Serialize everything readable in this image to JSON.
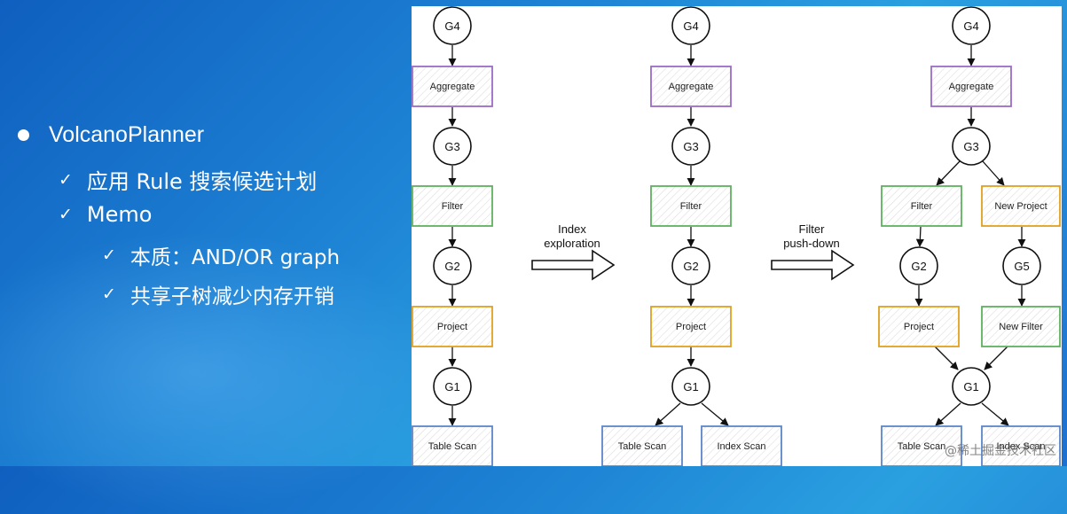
{
  "bullets": {
    "l1": "VolcanoPlanner",
    "l2a": "应用 Rule 搜索候选计划",
    "l2b": "Memo",
    "l3a": "本质：AND/OR graph",
    "l3b": "共享子树减少内存开销"
  },
  "diagram": {
    "colors": {
      "aggregate": "#9b6bc6",
      "filter": "#5fb05f",
      "project": "#e0a020",
      "scan": "#5b86c8"
    },
    "left": {
      "g4": "G4",
      "aggregate": "Aggregate",
      "g3": "G3",
      "filter": "Filter",
      "g2": "G2",
      "project": "Project",
      "g1": "G1",
      "table_scan": "Table Scan"
    },
    "middle": {
      "g4": "G4",
      "aggregate": "Aggregate",
      "g3": "G3",
      "filter": "Filter",
      "g2": "G2",
      "project": "Project",
      "g1": "G1",
      "table_scan": "Table Scan",
      "index_scan": "Index Scan"
    },
    "right": {
      "g4": "G4",
      "aggregate": "Aggregate",
      "g3": "G3",
      "filter": "Filter",
      "new_project": "New Project",
      "g2": "G2",
      "g5": "G5",
      "project": "Project",
      "new_filter": "New Filter",
      "g1": "G1",
      "table_scan": "Table Scan",
      "index_scan": "Index Scan"
    },
    "transition1": {
      "line1": "Index",
      "line2": "exploration"
    },
    "transition2": {
      "line1": "Filter",
      "line2": "push-down"
    }
  },
  "watermark": "@稀土掘金技术社区"
}
